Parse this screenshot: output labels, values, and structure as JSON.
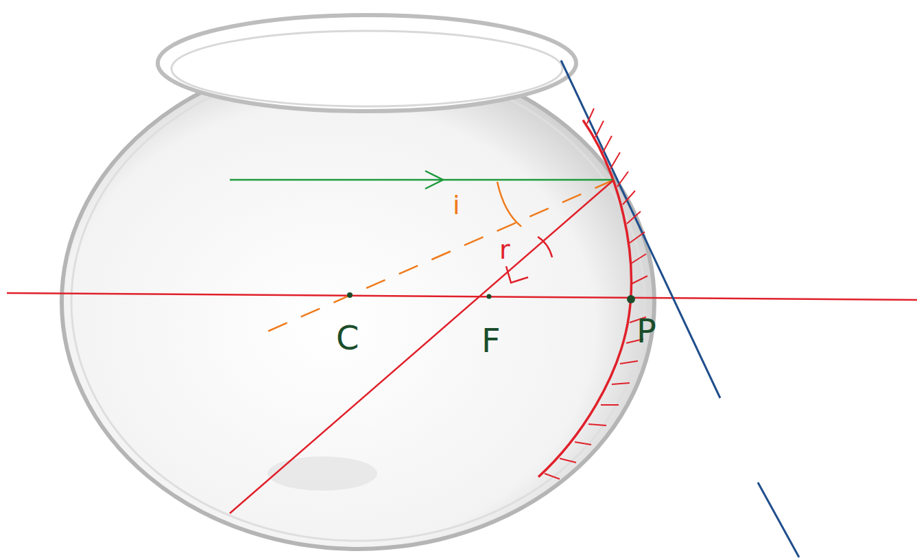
{
  "diagram": {
    "labels": [
      "i",
      "r",
      "C",
      "F",
      "P"
    ]
  }
}
